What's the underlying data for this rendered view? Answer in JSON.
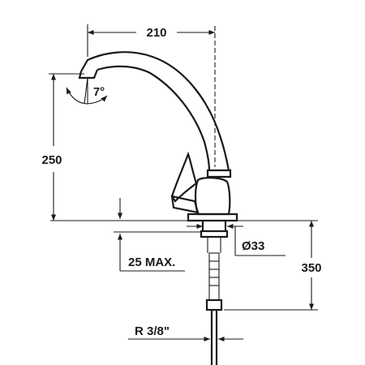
{
  "dimensions": {
    "spout_reach": "210",
    "spout_height": "250",
    "aerator_tilt": "7°",
    "shank_diameter": "Ø33",
    "max_counter_thickness": "25 MAX.",
    "hose_length": "350",
    "connection_thread": "R 3/8\""
  },
  "colors": {
    "line": "#1a1a1a",
    "background": "#ffffff"
  }
}
